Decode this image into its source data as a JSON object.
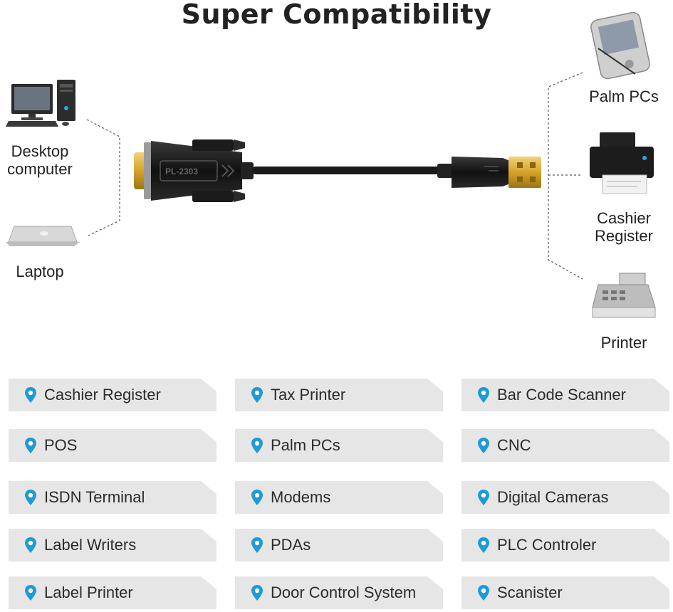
{
  "title": "Super Compatibility",
  "left_devices": [
    {
      "label": "Desktop\ncomputer",
      "icon": "desktop-computer-icon"
    },
    {
      "label": "Laptop",
      "icon": "laptop-icon"
    }
  ],
  "right_devices": [
    {
      "label": "Palm PCs",
      "icon": "palm-pc-icon"
    },
    {
      "label": "Cashier\nRegister",
      "icon": "printer-icon"
    },
    {
      "label": "Printer",
      "icon": "cash-register-icon"
    }
  ],
  "cable": {
    "chip_label": "PL-2303"
  },
  "colors": {
    "pin": "#1e9ad6",
    "chip_bg": "#e6e6e6",
    "gold": "#d4a32a"
  },
  "applications": [
    [
      "Cashier Register",
      "Tax Printer",
      "Bar Code Scanner"
    ],
    [
      "POS",
      "Palm PCs",
      "CNC"
    ],
    [
      "ISDN Terminal",
      "Modems",
      "Digital Cameras"
    ],
    [
      "Label Writers",
      "PDAs",
      "PLC Controler"
    ],
    [
      "Label Printer",
      "Door Control System",
      "Scanister"
    ]
  ]
}
